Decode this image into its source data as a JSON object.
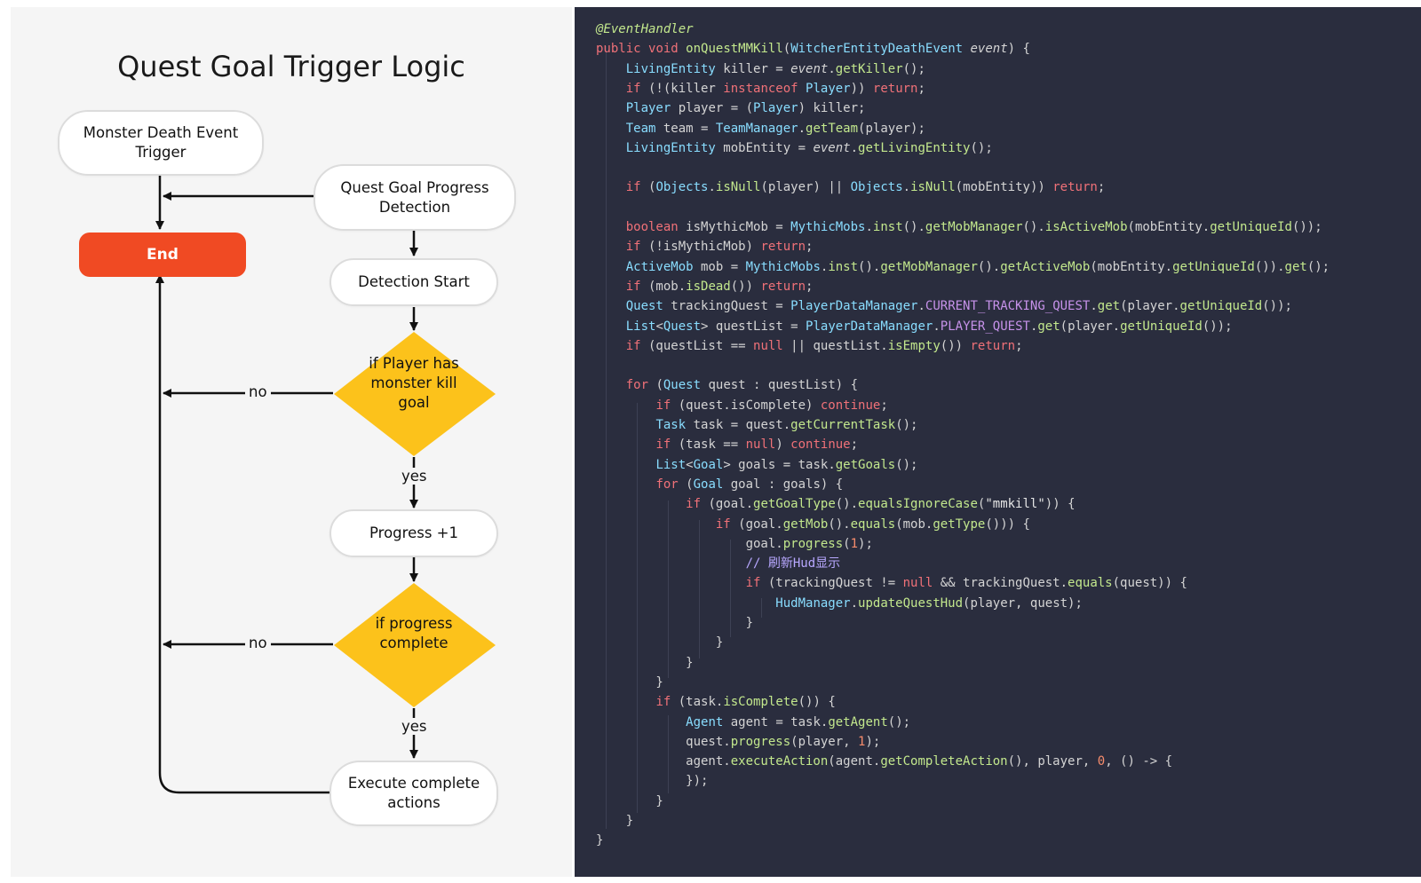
{
  "flowchart": {
    "title": "Quest Goal Trigger Logic",
    "nodes": {
      "monster_death": "Monster Death Event Trigger",
      "quest_goal_detection": "Quest Goal Progress Detection",
      "end": "End",
      "detection_start": "Detection Start",
      "if_player_goal": "if Player has monster kill goal",
      "progress_plus": "Progress +1",
      "if_progress_complete": "if progress complete",
      "execute_actions": "Execute complete actions"
    },
    "labels": {
      "no1": "no",
      "yes1": "yes",
      "no2": "no",
      "yes2": "yes"
    },
    "colors": {
      "end": "#f04a23",
      "decision": "#fcc21b"
    }
  },
  "code": {
    "lines": [
      "@EventHandler",
      "public void onQuestMMKill(WitcherEntityDeathEvent event) {",
      "    LivingEntity killer = event.getKiller();",
      "    if (!(killer instanceof Player)) return;",
      "    Player player = (Player) killer;",
      "    Team team = TeamManager.getTeam(player);",
      "    LivingEntity mobEntity = event.getLivingEntity();",
      "",
      "    if (Objects.isNull(player) || Objects.isNull(mobEntity)) return;",
      "",
      "    boolean isMythicMob = MythicMobs.inst().getMobManager().isActiveMob(mobEntity.getUniqueId());",
      "    if (!isMythicMob) return;",
      "    ActiveMob mob = MythicMobs.inst().getMobManager().getActiveMob(mobEntity.getUniqueId()).get();",
      "    if (mob.isDead()) return;",
      "    Quest trackingQuest = PlayerDataManager.CURRENT_TRACKING_QUEST.get(player.getUniqueId());",
      "    List<Quest> questList = PlayerDataManager.PLAYER_QUEST.get(player.getUniqueId());",
      "    if (questList == null || questList.isEmpty()) return;",
      "",
      "    for (Quest quest : questList) {",
      "        if (quest.isComplete) continue;",
      "        Task task = quest.getCurrentTask();",
      "        if (task == null) continue;",
      "        List<Goal> goals = task.getGoals();",
      "        for (Goal goal : goals) {",
      "            if (goal.getGoalType().equalsIgnoreCase(\"mmkill\")) {",
      "                if (goal.getMob().equals(mob.getType())) {",
      "                    goal.progress(1);",
      "                    // 刷新Hud显示",
      "                    if (trackingQuest != null && trackingQuest.equals(quest)) {",
      "                        HudManager.updateQuestHud(player, quest);",
      "                    }",
      "                }",
      "            }",
      "        }",
      "        if (task.isComplete()) {",
      "            Agent agent = task.getAgent();",
      "            quest.progress(player, 1);",
      "            agent.executeAction(agent.getCompleteAction(), player, 0, () -> {",
      "            });",
      "        }",
      "    }",
      "}"
    ]
  }
}
